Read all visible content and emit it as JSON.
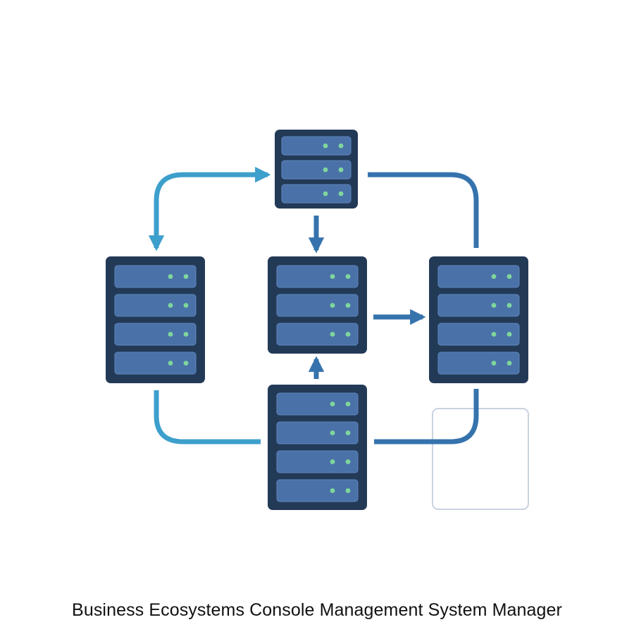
{
  "caption": "Business Ecosystems Console Management System Manager",
  "colors": {
    "server_body": "#233a57",
    "drive_bay": "#4a72a8",
    "drive_bay_border": "#5d86bd",
    "indicator_led": "#7ed79b",
    "connector_light": "#3d9fcb",
    "connector_dark": "#3673ad",
    "empty_slot_border": "#c9d3df",
    "background": "#ffffff"
  },
  "diagram": {
    "nodes": [
      {
        "id": "top-server",
        "drive_bays": 3
      },
      {
        "id": "left-server",
        "drive_bays": 4
      },
      {
        "id": "center-server",
        "drive_bays": 3
      },
      {
        "id": "right-server",
        "drive_bays": 4
      },
      {
        "id": "bottom-server",
        "drive_bays": 4
      }
    ],
    "connectors": [
      {
        "id": "left-to-top",
        "from": "left-server",
        "to": "top-server",
        "arrowheads": [
          "top-server",
          "left-server"
        ]
      },
      {
        "id": "top-to-right",
        "from": "top-server",
        "to": "right-server",
        "arrowheads": []
      },
      {
        "id": "top-to-center",
        "from": "top-server",
        "to": "center-server",
        "arrowheads": [
          "center-server"
        ]
      },
      {
        "id": "center-to-right",
        "from": "center-server",
        "to": "right-server",
        "arrowheads": [
          "right-server"
        ]
      },
      {
        "id": "bottom-to-center",
        "from": "bottom-server",
        "to": "center-server",
        "arrowheads": [
          "center-server"
        ]
      },
      {
        "id": "left-to-bottom",
        "from": "left-server",
        "to": "bottom-server",
        "arrowheads": []
      },
      {
        "id": "bottom-to-right",
        "from": "bottom-server",
        "to": "right-server",
        "arrowheads": []
      }
    ],
    "empty_slot": {
      "id": "empty-server-slot"
    }
  }
}
